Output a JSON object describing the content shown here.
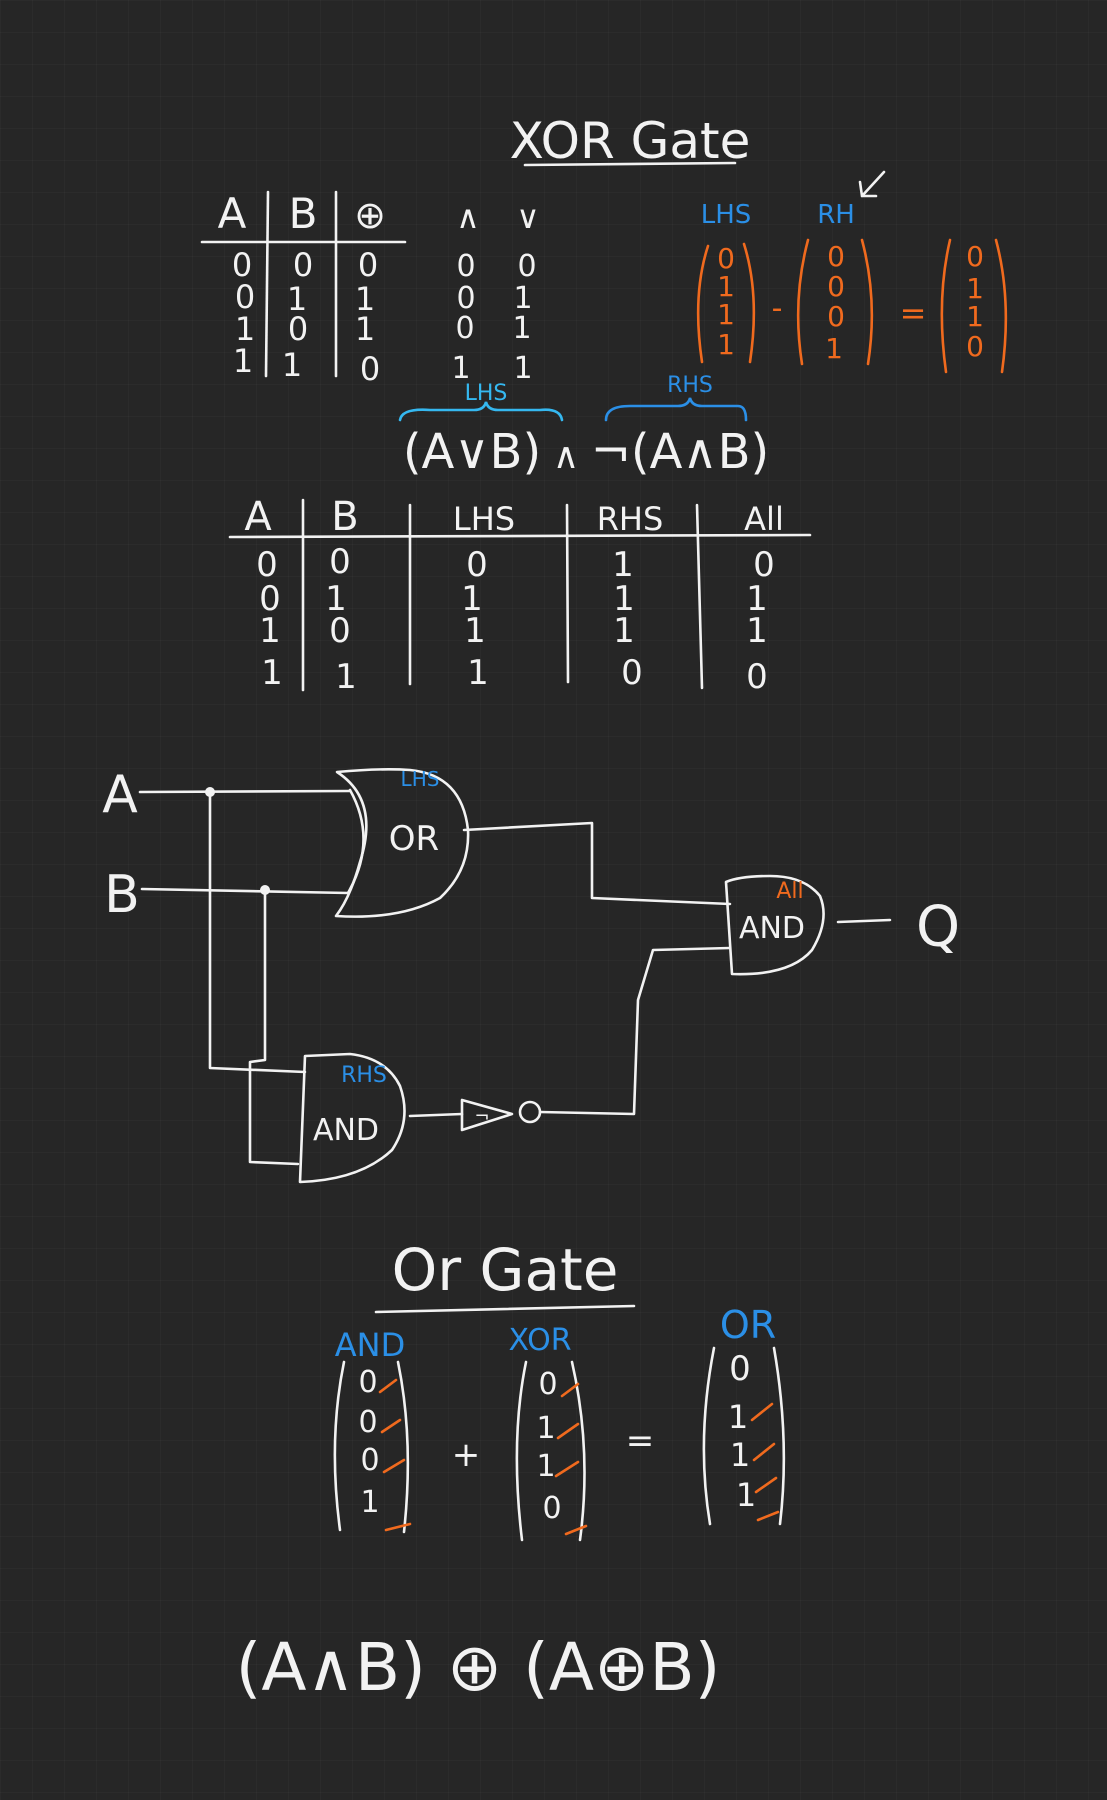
{
  "colors": {
    "background": "#262626",
    "ink": "#f2f2f2",
    "blue": "#2b8fe6",
    "cyan": "#35b8f0",
    "orange": "#f06a1e"
  },
  "xor_title": "XOR Gate",
  "table1": {
    "headers": [
      "A",
      "B",
      "⊕"
    ],
    "rows": [
      [
        "0",
        "0",
        "0"
      ],
      [
        "0",
        "1",
        "1"
      ],
      [
        "1",
        "0",
        "1"
      ],
      [
        "1",
        "1",
        "0"
      ]
    ]
  },
  "table_ops": {
    "headers": [
      "∧",
      "∨"
    ],
    "rows": [
      [
        "0",
        "0"
      ],
      [
        "0",
        "1"
      ],
      [
        "0",
        "1"
      ],
      [
        "1",
        "1"
      ]
    ]
  },
  "vector_eq1": {
    "label_lhs": "LHS",
    "label_rhs": "RH",
    "lhs": [
      "0",
      "1",
      "1",
      "1"
    ],
    "rhs": [
      "0",
      "0",
      "0",
      "1"
    ],
    "result": [
      "0",
      "1",
      "1",
      "0"
    ],
    "op": "-",
    "eq": "="
  },
  "expression": {
    "lhs_label": "LHS",
    "rhs_label": "RHS",
    "lhs": "(A∨B)",
    "and": "∧",
    "rhs": "¬(A∧B)"
  },
  "table2": {
    "headers": [
      "A",
      "B",
      "LHS",
      "RHS",
      "All"
    ],
    "rows": [
      [
        "0",
        "0",
        "0",
        "1",
        "0"
      ],
      [
        "0",
        "1",
        "1",
        "1",
        "1"
      ],
      [
        "1",
        "0",
        "1",
        "1",
        "1"
      ],
      [
        "1",
        "1",
        "1",
        "0",
        "0"
      ]
    ]
  },
  "circuit": {
    "input_a": "A",
    "input_b": "B",
    "or_gate": "OR",
    "or_tag": "LHS",
    "and_gate_rhs": "AND",
    "and_rhs_tag": "RHS",
    "not_gate": "¬",
    "and_gate_out": "AND",
    "and_out_tag": "All",
    "output": "Q"
  },
  "or_title": "Or Gate",
  "vector_eq2": {
    "label_and": "AND",
    "label_xor": "XOR",
    "label_or": "OR",
    "and": [
      "0",
      "0",
      "0",
      "1"
    ],
    "xor": [
      "0",
      "1",
      "1",
      "0"
    ],
    "or": [
      "0",
      "1",
      "1",
      "1"
    ],
    "op": "+",
    "eq": "="
  },
  "final_expression": "(A∧B) ⊕ (A⊕B)"
}
